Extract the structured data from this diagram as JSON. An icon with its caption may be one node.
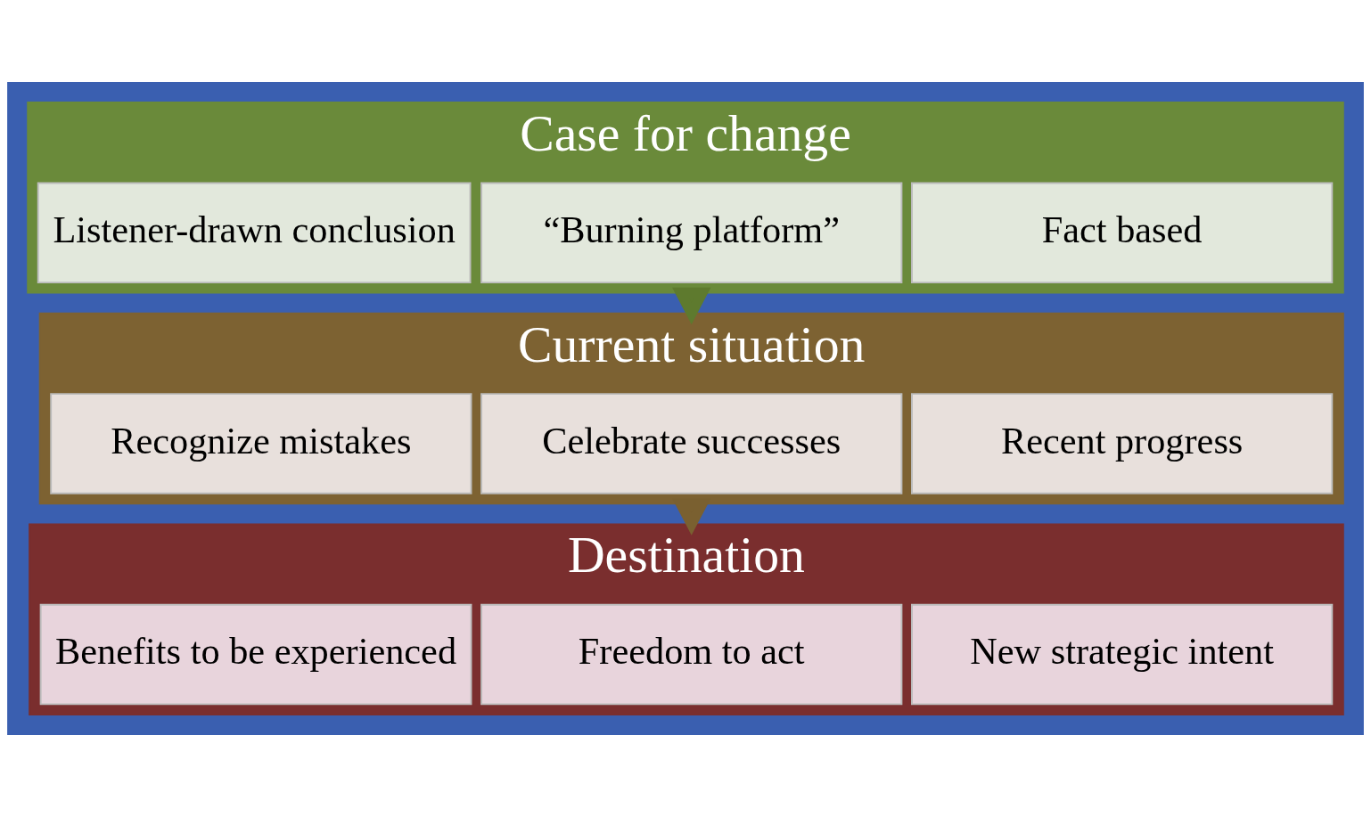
{
  "diagram": {
    "nodes": [
      {
        "text": [
          "Case for change"
        ]
      },
      {
        "text": [
          "Fact based"
        ],
        "in": 0
      },
      {
        "text": [
          "“Burning platform”"
        ],
        "in": 0
      },
      {
        "text": [
          "Listener-drawn conclusion"
        ],
        "in": 0
      },
      {
        "text": [
          "Current situation"
        ]
      },
      {
        "text": [
          "Recent progress"
        ],
        "in": 4
      },
      {
        "text": [
          "Celebrate successes"
        ],
        "in": 4
      },
      {
        "text": [
          "Recognize mistakes"
        ],
        "in": 4
      },
      {
        "text": [
          "Destination"
        ]
      },
      {
        "text": [
          "New strategic intent"
        ],
        "in": 8
      },
      {
        "text": [
          "Freedom to act"
        ],
        "in": 8
      },
      {
        "text": [
          "Benefits to be experienced"
        ],
        "in": 8
      }
    ],
    "edges": [
      {
        "from": 0,
        "to": 4,
        "arrow": "to",
        "color": "#5e7a2e"
      },
      {
        "from": 4,
        "to": 8,
        "arrow": "to",
        "color": "#7a6030"
      }
    ]
  }
}
